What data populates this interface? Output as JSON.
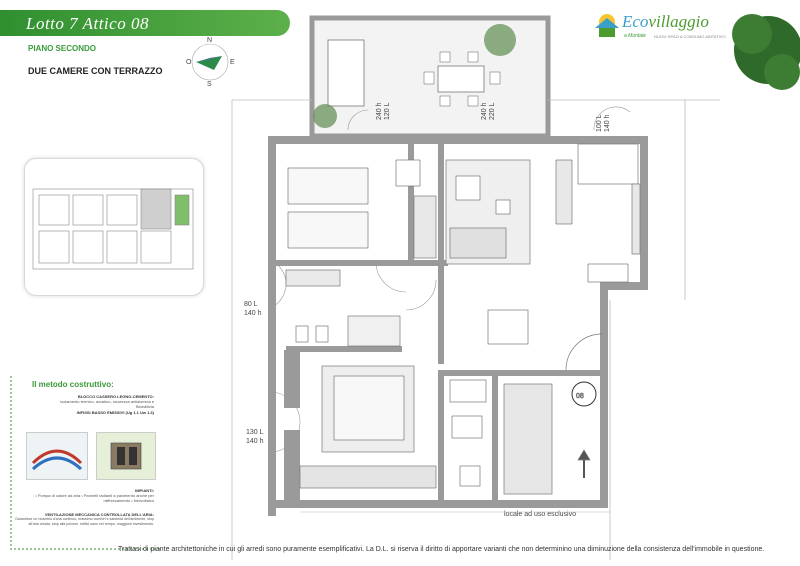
{
  "header": {
    "title": "Lotto 7 Attico  08",
    "floor": "PIANO SECONDO",
    "unit_type": "DUE CAMERE CON TERRAZZO"
  },
  "logo": {
    "name_part1": "Eco",
    "name_part2": "villaggio",
    "location": "a Montale",
    "tagline": "NUOVI SPAZI A CONSUMO ABITATIVO"
  },
  "compass": {
    "north": "N",
    "east": "E",
    "south": "S",
    "west": "O"
  },
  "method": {
    "title": "Il metodo costruttivo:",
    "block1_heading": "BLOCCO CASSERO LEGNO-CEMENTO:",
    "block1_text": "isolamento termico, acustico, sicurezza antisismica e Bioedilizia",
    "block2_heading": "INFISSI BASSO EMISSIVI (Ug 1.1 Uw 1.3)",
    "block3_heading": "IMPIANTI:",
    "block3_text": "• Pompa di calore ad aria • Pannelli radianti a pavimento anche per raffrescamento • fotovoltaico",
    "block4_heading": "VENTILAZIONE MECCANICA CONTROLLATA DELL'ARIA:",
    "block4_text": "Garantisce un ricambio d'aria continuo, massimo comfort e salubrità dell'ambiente, stop all'aria viziata, stop alla polvere, edifici sano nel tempo, maggiore investimento."
  },
  "dimensions": {
    "window_top_left": [
      "240 h",
      "120 L"
    ],
    "window_top_mid": [
      "240 h",
      "220 L"
    ],
    "window_top_right": [
      "100 L",
      "140 h"
    ],
    "window_left_upper": [
      "80 L",
      "140 h"
    ],
    "window_left_lower": [
      "130 L",
      "140 h"
    ]
  },
  "unit_number": "08",
  "storage_label": "locale ad uso esclusivo",
  "disclaimer": "Trattasi di piante architettoniche in cui gli arredi sono puramente esemplificativi.  La D.L. si riserva il diritto di apportare varianti  che non determinino una diminuzione della consistenza dell'immobile in questione.",
  "colors": {
    "brand_green": "#3a9a3a",
    "wall": "#9a9a9a",
    "header_band": "#4aa43f"
  }
}
